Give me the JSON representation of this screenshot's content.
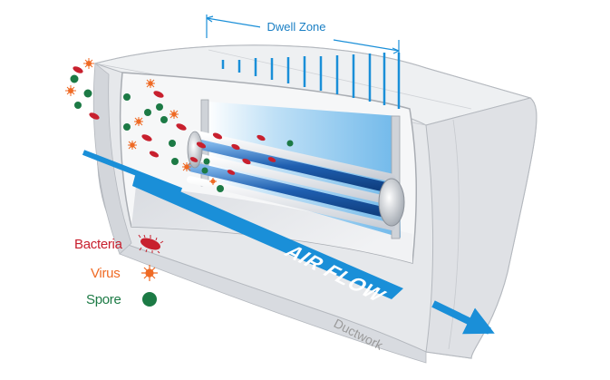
{
  "labels": {
    "dwell_zone": "Dwell Zone",
    "air_flow": "AIR FLOW",
    "ductwork": "Ductwork"
  },
  "legend": [
    {
      "label": "Bacteria",
      "color": "#c8202e",
      "icon": "bacteria-icon"
    },
    {
      "label": "Virus",
      "color": "#ef6a24",
      "icon": "virus-icon"
    },
    {
      "label": "Spore",
      "color": "#1c7a45",
      "icon": "spore-icon"
    }
  ],
  "colors": {
    "duct_fill": "#e4e6ea",
    "duct_stroke": "#b4b8be",
    "accent_blue": "#1a8fd8",
    "lamp_blue": "#1f5fb0",
    "bacteria": "#c8202e",
    "virus": "#ef6a24",
    "spore": "#1c7a45"
  }
}
